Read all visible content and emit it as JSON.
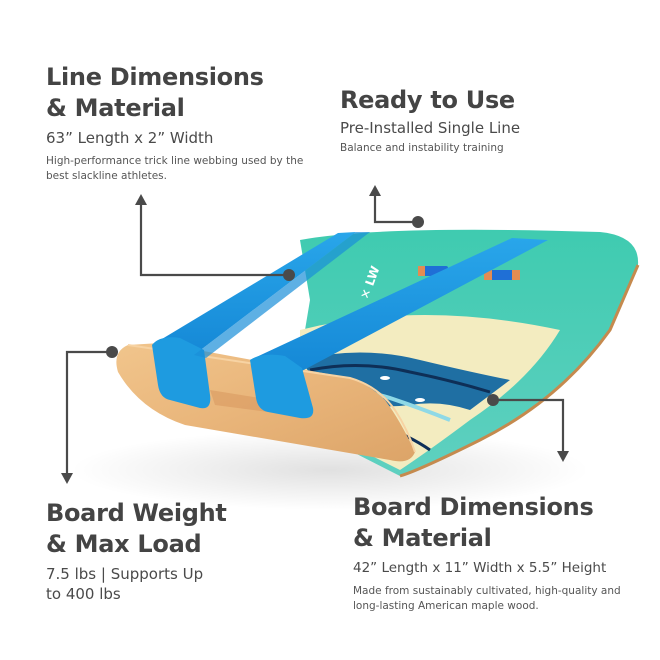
{
  "callouts": {
    "line": {
      "title_1": "Line Dimensions",
      "title_2": "& Material",
      "subtitle": "63” Length x 2” Width",
      "description": "High-performance trick line webbing used by the best slackline athletes."
    },
    "ready": {
      "title_1": "Ready to Use",
      "subtitle": "Pre-Installed Single Line",
      "description": "Balance and instability training"
    },
    "weight": {
      "title_1": "Board Weight",
      "title_2": "& Max Load",
      "subtitle_1": "7.5 lbs | Supports Up",
      "subtitle_2": "to 400 lbs"
    },
    "board": {
      "title_1": "Board Dimensions",
      "title_2": "& Material",
      "subtitle": "42” Length x 11” Width x 5.5” Height",
      "description": "Made from sustainably cultivated, high-quality and long-lasting American maple wood."
    }
  },
  "colors": {
    "text": "#444444",
    "callout_line": "#4a4a4a",
    "strap_blue": "#1e9be0",
    "board_teal": "#3cc8b0",
    "wood": "#e8b77a",
    "sand": "#f3ecc0"
  },
  "icons": [
    "arrow-up-icon",
    "arrow-down-icon",
    "callout-dot-icon"
  ]
}
